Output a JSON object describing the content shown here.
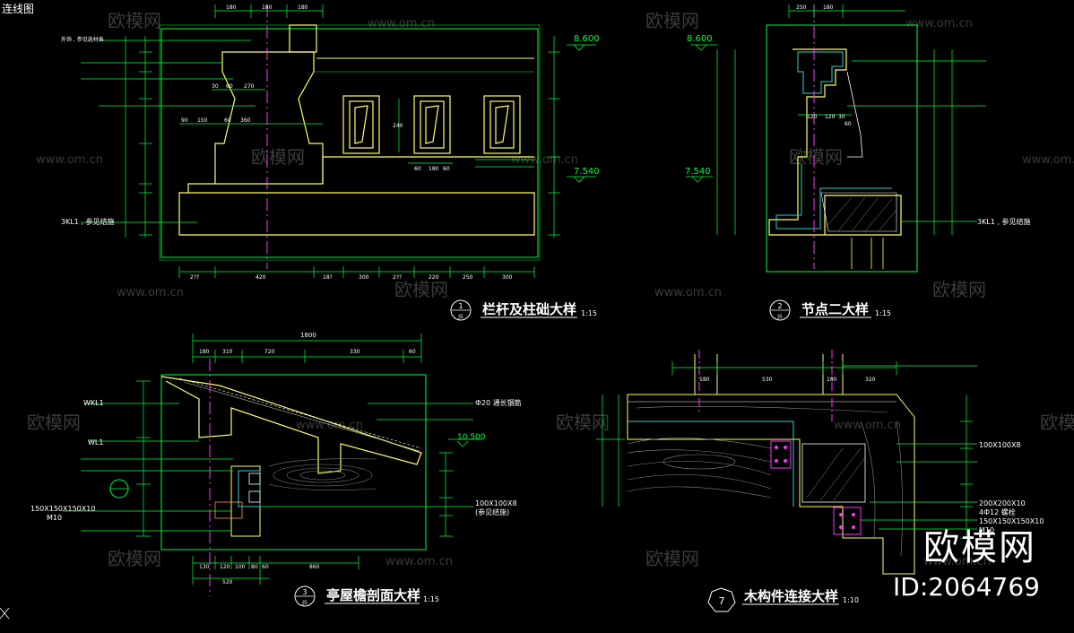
{
  "app": {
    "tab_label": "连线图"
  },
  "colors": {
    "background": "#000000",
    "green": "#00ff3c",
    "yellow": "#ffff66",
    "magenta": "#ff33ff",
    "white": "#ffffff",
    "cyan": "#33cccc",
    "watermark": "#3a3a3a"
  },
  "watermark": {
    "brand": "欧模网",
    "url": "www.om.cn"
  },
  "branding": {
    "mark": "欧模网",
    "id_text": "ID:2064769"
  },
  "detail1": {
    "number": "1",
    "sheet": "JS",
    "title": "栏杆及柱础大样",
    "scale": "1:15",
    "elev_top": "8.600",
    "elev_bot": "7.540",
    "top_dims": [
      "180",
      "180",
      "180"
    ],
    "bottom_dims": [
      "2??",
      "420",
      "18?",
      "300",
      "2??",
      "220",
      "250",
      "300"
    ],
    "beam_label": "3KL1 , 参见结施",
    "inner_dims": [
      "30",
      "60",
      "270",
      "90",
      "150",
      "60",
      "360",
      "60",
      "180",
      "60",
      "240"
    ],
    "left_note": "外饰 , 参见选材表"
  },
  "detail2": {
    "number": "2",
    "sheet": "JS",
    "title": "节点二大样",
    "scale": "1:15",
    "elev_top": "8.600",
    "elev_bot": "7.540",
    "beam_label": "3KL1 , 参见结施",
    "top_dims": [
      "250",
      "180"
    ],
    "mid_dims": [
      "120",
      "120",
      "30",
      "60"
    ]
  },
  "detail3": {
    "number": "3",
    "sheet": "JS",
    "title": "亭屋檐剖面大样",
    "scale": "1:15",
    "elev": "10.500",
    "top_total": "1600",
    "top_dims": [
      "180",
      "310",
      "720",
      "330",
      "60"
    ],
    "left_labels": [
      "WKL1",
      "WL1",
      "150X150X150X10",
      "M10"
    ],
    "right_labels": [
      "Ф20 通长钢筋",
      "100X100X8",
      "(参见结施)"
    ],
    "bottom_dims": [
      "130",
      "120",
      "100",
      "80",
      "60",
      "860"
    ],
    "bottom_total": "520"
  },
  "detail7": {
    "number": "7",
    "title": "木构件连接大样",
    "scale": "1:10",
    "top_dims": [
      "180",
      "530",
      "180",
      "320"
    ],
    "right_labels": [
      "100X100X8",
      "200X200X10",
      "4Ф12 螺栓",
      "150X150X150X10",
      "M10"
    ]
  }
}
